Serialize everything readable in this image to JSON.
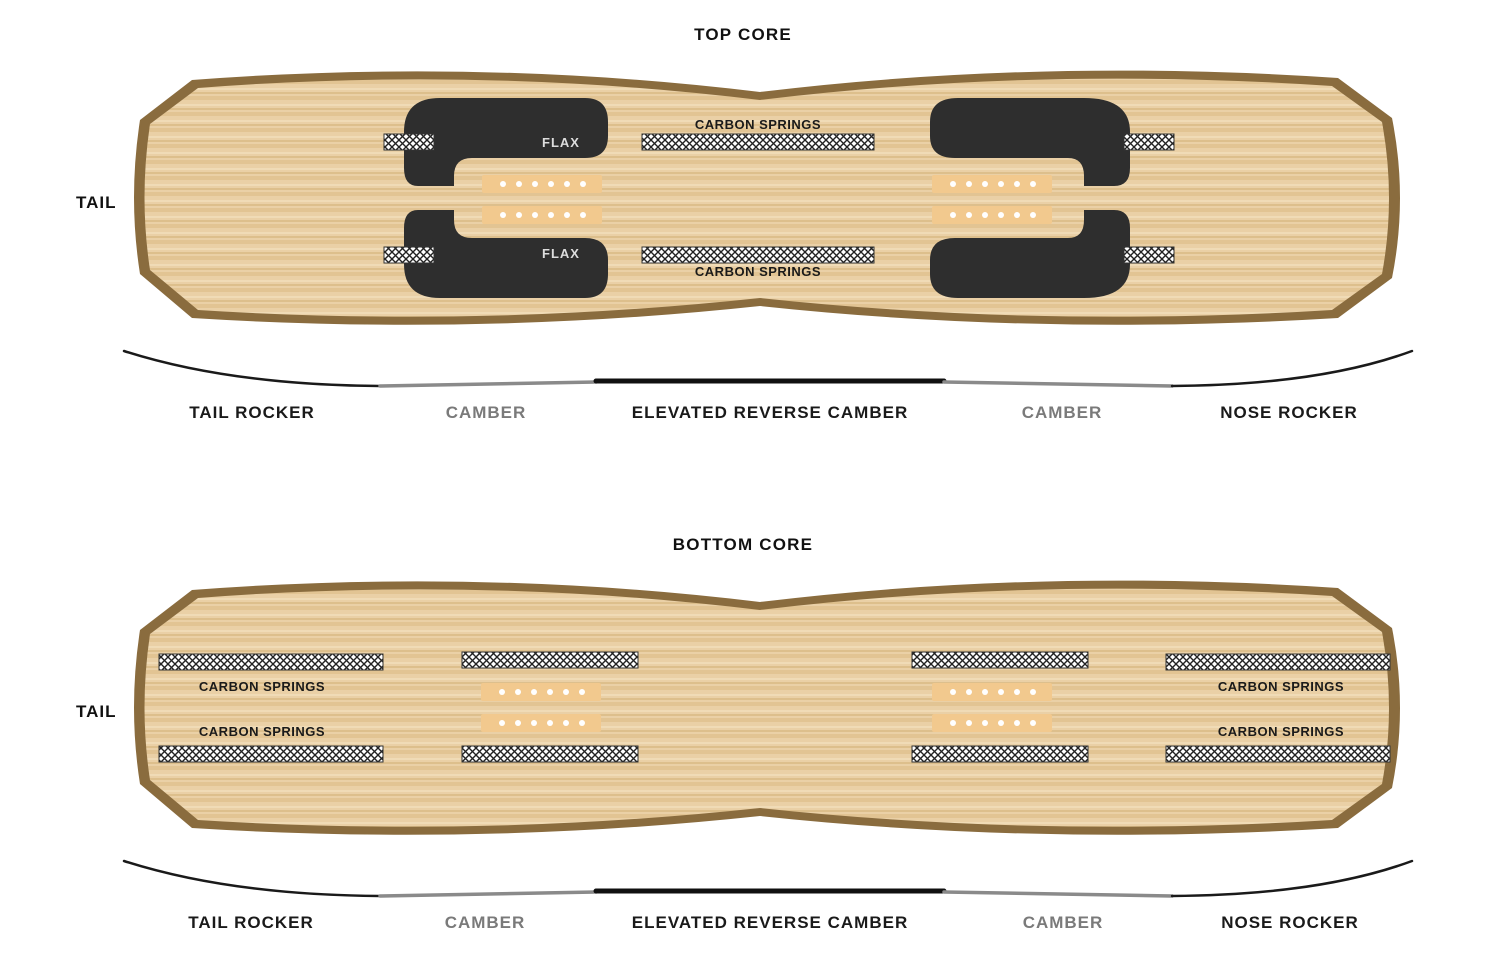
{
  "top_core": {
    "title": "TOP CORE",
    "side_label": "TAIL",
    "labels": {
      "carbon_springs_top": "CARBON SPRINGS",
      "carbon_springs_bottom": "CARBON SPRINGS",
      "flax_top": "FLAX",
      "flax_bottom": "FLAX"
    },
    "profile": {
      "tail_rocker": "TAIL ROCKER",
      "camber_left": "CAMBER",
      "elevated_reverse_camber": "ELEVATED REVERSE CAMBER",
      "camber_right": "CAMBER",
      "nose_rocker": "NOSE ROCKER"
    }
  },
  "bottom_core": {
    "title": "BOTTOM CORE",
    "side_label": "TAIL",
    "labels": {
      "tail_springs_top": "CARBON SPRINGS",
      "tail_springs_bottom": "CARBON SPRINGS",
      "nose_springs_top": "CARBON SPRINGS",
      "nose_springs_bottom": "CARBON SPRINGS"
    },
    "profile": {
      "tail_rocker": "TAIL ROCKER",
      "camber_left": "CAMBER",
      "elevated_reverse_camber": "ELEVATED REVERSE CAMBER",
      "camber_right": "CAMBER",
      "nose_rocker": "NOSE ROCKER"
    }
  },
  "colors": {
    "wood": "#E9CFA4",
    "edge": "#8A6C3E",
    "flax": "#2E2E2E",
    "text_dark": "#1A1A1A",
    "text_grey": "#7A7A7A"
  }
}
